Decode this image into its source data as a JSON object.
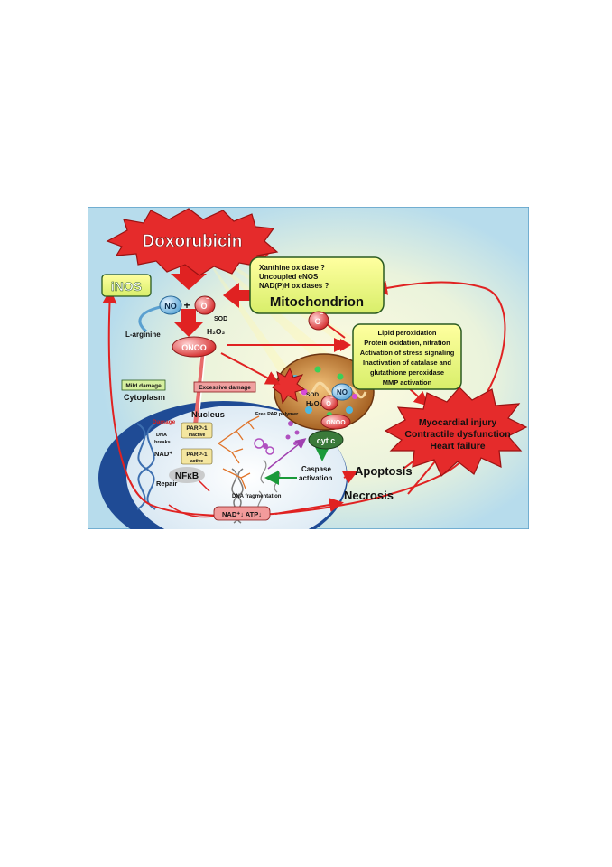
{
  "drug": "Doxorubicin",
  "inos": "iNOS",
  "enzymes": [
    "Xanthine oxidase ?",
    "Uncoupled eNOS",
    "NAD(P)H oxidases ?"
  ],
  "mitochondrion": "Mitochondrion",
  "no": "NO",
  "plus": "+",
  "superoxide": "O",
  "superscript_minus": "−",
  "sod": "SOD",
  "h2o2": "H₂O₂",
  "l_arginine": "L-arginine",
  "onoo": "ONOO",
  "effects": [
    "Lipid peroxidation",
    "Protein oxidation, nitration",
    "Activation of stress signaling",
    "Inactivation of catalase and",
    "glutathione peroxidase",
    "MMP activation"
  ],
  "mild_damage": "Mild damage",
  "excessive_damage": "Excessive damage",
  "cytoplasm": "Cytoplasm",
  "nucleus": "Nucleus",
  "free_par": "Free PAR polymer",
  "damage": "Damage",
  "dna_breaks": [
    "DNA",
    "breaks"
  ],
  "nad_plus": "NAD⁺",
  "parp_inactive": [
    "PARP-1",
    "inactive"
  ],
  "parp_active": [
    "PARP-1",
    "active"
  ],
  "repair": "Repair",
  "nfkb": "NFκB",
  "dna_fragmentation": "DNA fragmentation",
  "nad_atp": "NAD⁺↓ ATP↓",
  "cyt_c": "cyt c",
  "caspase": [
    "Caspase",
    "activation"
  ],
  "apoptosis": "Apoptosis",
  "necrosis": "Necrosis",
  "outcomes": [
    "Myocardial injury",
    "Contractile dysfunction",
    "Heart failure"
  ]
}
